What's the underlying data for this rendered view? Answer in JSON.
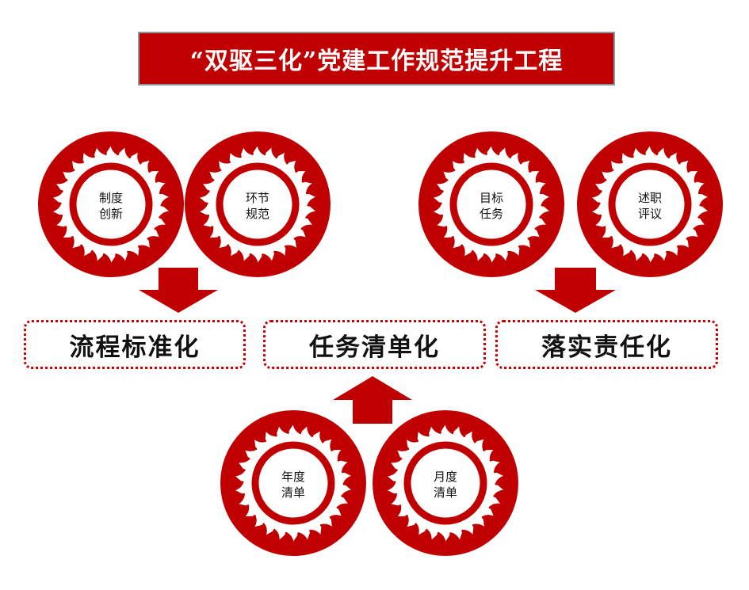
{
  "title": "“双驱三化”党建工作规范提升工程",
  "colors": {
    "accent": "#c00000"
  },
  "gears": [
    {
      "line1": "制度",
      "line2": "创新"
    },
    {
      "line1": "环节",
      "line2": "规范"
    },
    {
      "line1": "目标",
      "line2": "任务"
    },
    {
      "line1": "述职",
      "line2": "评议"
    },
    {
      "line1": "年度",
      "line2": "清单"
    },
    {
      "line1": "月度",
      "line2": "清单"
    }
  ],
  "boxes": [
    {
      "label": "流程标准化"
    },
    {
      "label": "任务清单化"
    },
    {
      "label": "落实责任化"
    }
  ]
}
